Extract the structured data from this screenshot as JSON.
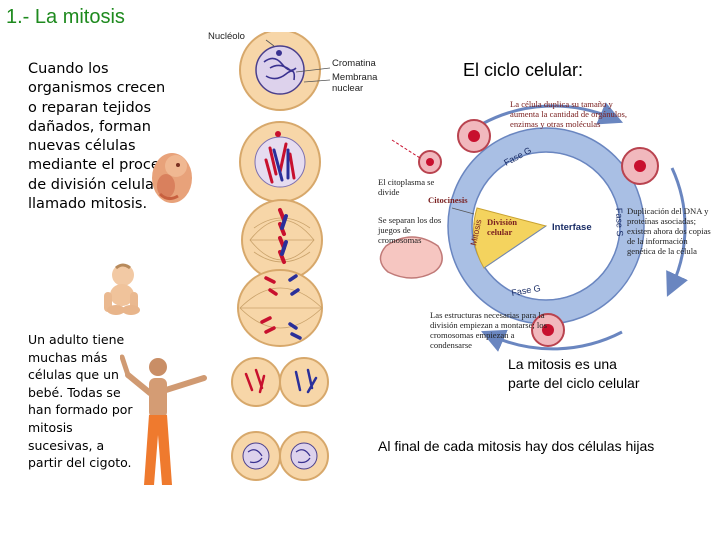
{
  "slide": {
    "title": "1.- La mitosis",
    "intro_text": "Cuando los organismos crecen o reparan tejidos dañados, forman nuevas células mediante el proceso de división celular llamado mitosis.",
    "adult_text": "Un adulto tiene muchas más células que un bebé. Todas se han formado por mitosis sucesivas, a partir del cigoto.",
    "cycle_title": "El ciclo celular:",
    "mitosis_part_text": "La mitosis es una parte del ciclo celular",
    "final_text": "Al final de cada mitosis hay dos células hijas"
  },
  "cell_labels": {
    "nucleolo": "Nucléolo",
    "cromatina": "Cromatina",
    "membrana": "Membrana nuclear"
  },
  "cycle": {
    "fase_g1": "Fase G",
    "fase_g2": "Fase G",
    "fase_s": "Fase S",
    "mitosis": "Mitosis",
    "division": "División celular",
    "interfase": "Interfase",
    "citocinesis": "Citocinesis",
    "note_top": "La célula duplica su tamaño y aumenta la cantidad de orgánulos, enzimas y otras moléculas",
    "note_citoplasma": "El citoplasma se divide",
    "note_separan": "Se separan los dos juegos de cromosomas",
    "note_dna": "Duplicación del DNA y proteínas asociadas; existen ahora dos copias de la información genética de la célula",
    "note_bottom": "Las estructuras necesarias para la división empiezan a montarse; los cromosomas empiezan a condensarse"
  },
  "colors": {
    "title": "#1e8a1e",
    "cell_fill": "#f7d6a8",
    "chromosome_red": "#c8102e",
    "chromosome_blue": "#2a2f9a",
    "ring_blue": "#8aa6d8",
    "cell_pink": "#d9505e"
  },
  "icons": [
    "embryo-image",
    "baby-image",
    "adult-image",
    "mitosis-stages-image",
    "cell-cycle-diagram"
  ]
}
